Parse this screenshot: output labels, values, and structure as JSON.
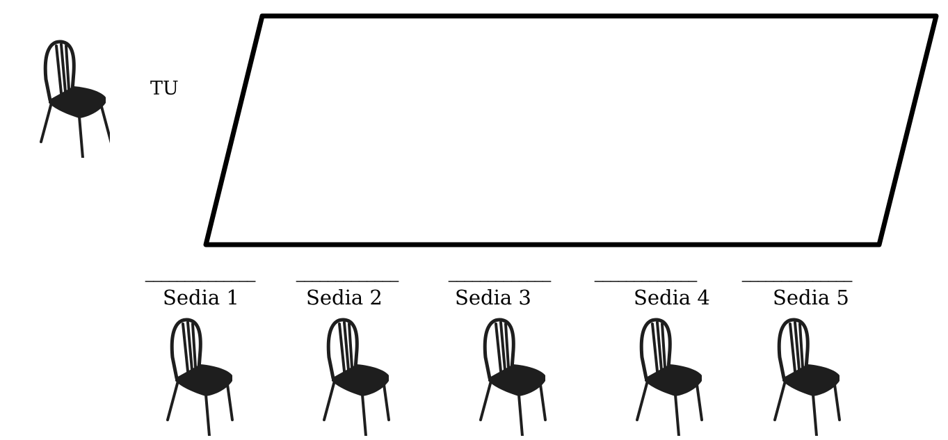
{
  "you_label": "TU",
  "table": {
    "fill": "#ffffff",
    "stroke": "#000000"
  },
  "seats": [
    {
      "label": "Sedia 1",
      "blank": "______________"
    },
    {
      "label": "Sedia 2",
      "blank": "_____________"
    },
    {
      "label": "Sedia 3",
      "blank": "_____________"
    },
    {
      "label": "Sedia 4",
      "blank": "_____________"
    },
    {
      "label": "Sedia 5",
      "blank": "______________"
    }
  ],
  "chair_icon": "chair-icon",
  "chair_color": "#1e1e1e"
}
